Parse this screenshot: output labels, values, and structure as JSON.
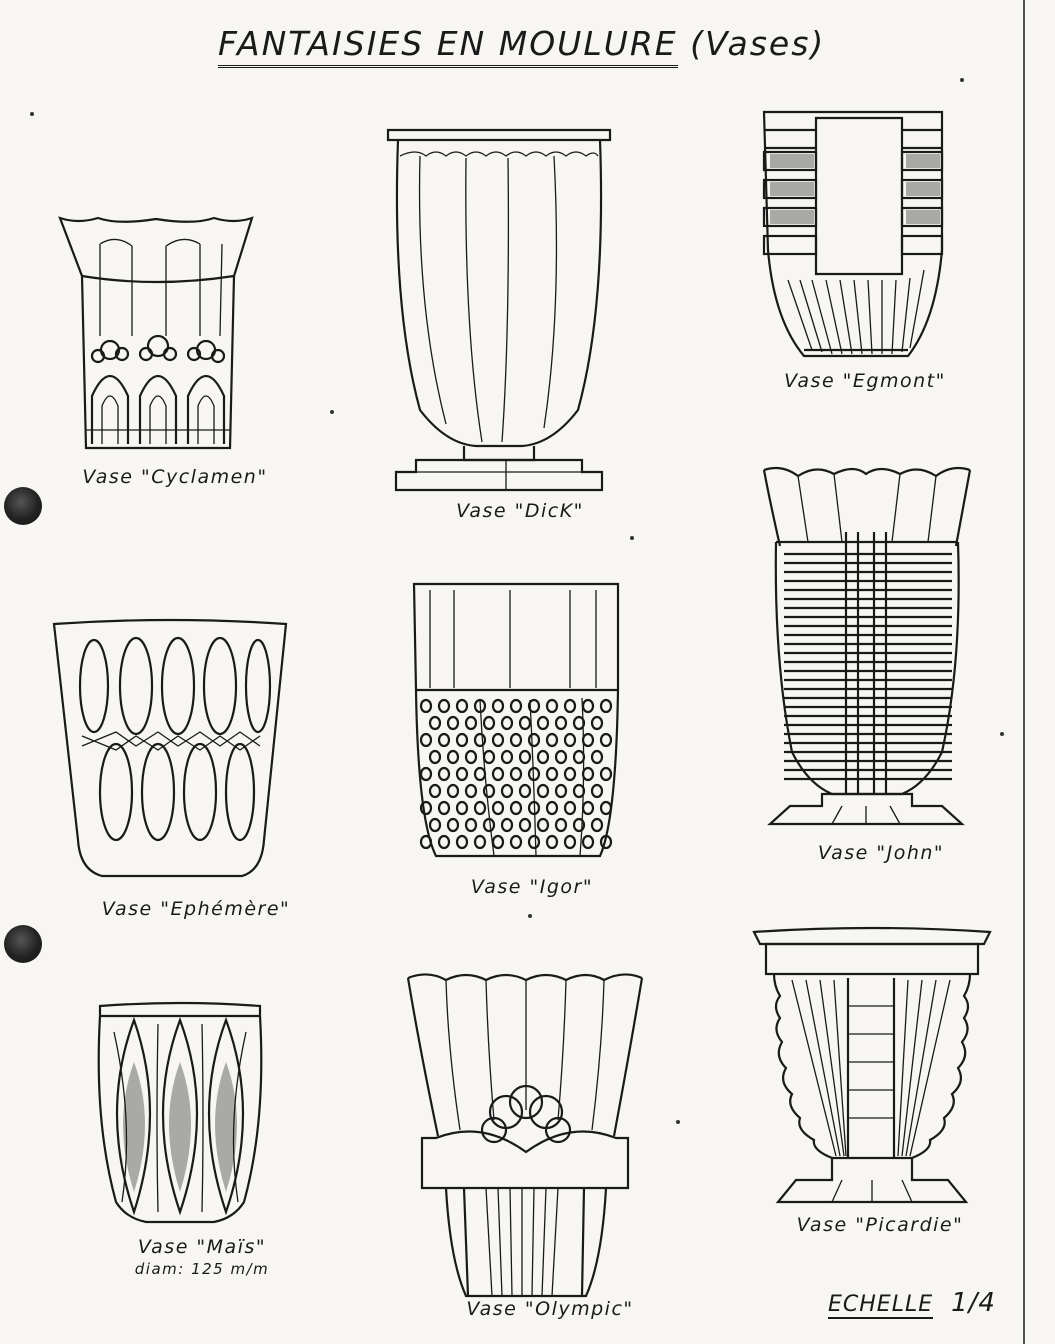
{
  "title": {
    "main": "FANTAISIES EN MOULURE",
    "sub": "(Vases)"
  },
  "vases": [
    {
      "id": "cyclamen",
      "caption": "Vase \"Cyclamen\""
    },
    {
      "id": "dick",
      "caption": "Vase \"DicK\""
    },
    {
      "id": "egmont",
      "caption": "Vase \"Egmont\""
    },
    {
      "id": "ephemere",
      "caption": "Vase \"Ephémère\""
    },
    {
      "id": "igor",
      "caption": "Vase \"Igor\""
    },
    {
      "id": "john",
      "caption": "Vase \"John\""
    },
    {
      "id": "mais",
      "caption": "Vase \"Maïs\"",
      "note": "diam: 125 m/m"
    },
    {
      "id": "olympic",
      "caption": "Vase \"Olympic\""
    },
    {
      "id": "picardie",
      "caption": "Vase \"Picardie\""
    }
  ],
  "scale": {
    "label": "ECHELLE",
    "value": "1/4"
  }
}
